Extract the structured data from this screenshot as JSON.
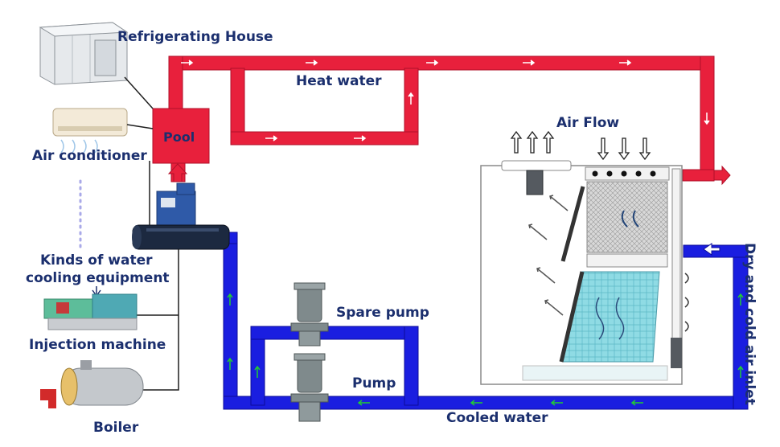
{
  "labels": {
    "refrigerating_house": "Refrigerating House",
    "air_conditioner": "Air conditioner",
    "kinds_line1": "Kinds of water",
    "kinds_line2": "cooling equipment",
    "injection_machine": "Injection machine",
    "boiler": "Boiler",
    "pool": "Pool",
    "heat_water": "Heat water",
    "air_flow": "Air Flow",
    "spare_pump": "Spare pump",
    "pump": "Pump",
    "cooled_water": "Cooled water",
    "dry_cold_air_inlet": "Dry and cold air inlet"
  },
  "colors": {
    "hot_pipe": "#e8203c",
    "cold_pipe": "#1a1ee0",
    "label_text": "#1b2f6e",
    "flow_arrow_hot": "#ffffff",
    "flow_arrow_cold": "#22cc33",
    "fill_media": "#7fd6e0"
  }
}
